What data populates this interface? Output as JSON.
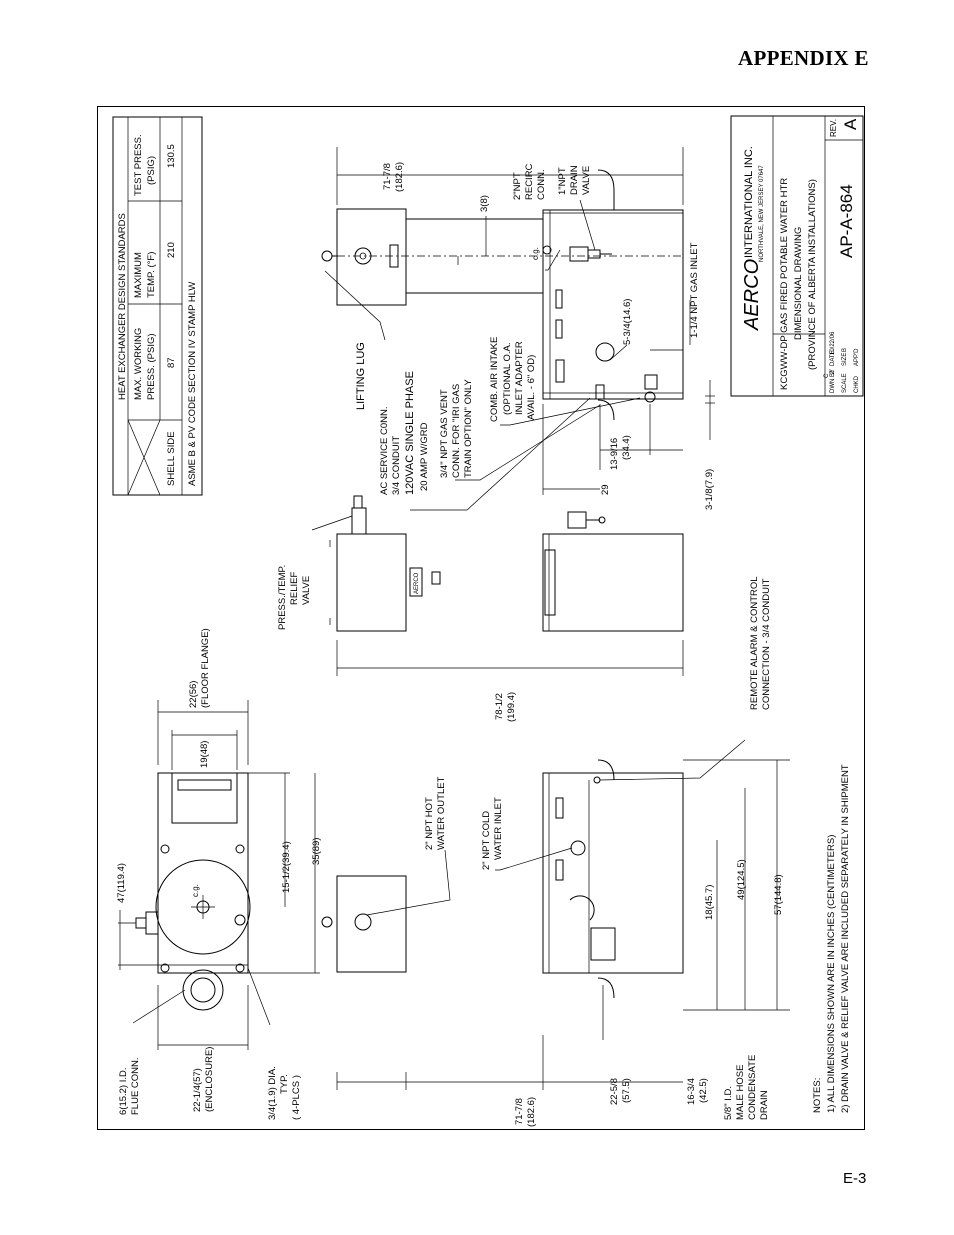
{
  "page": {
    "appendix": "APPENDIX E",
    "page_number": "E-3"
  },
  "table": {
    "title": "HEAT EXCHANGER DESIGN STANDARDS",
    "headers": [
      "MAX. WORKING",
      "PRESS. (PSIG)",
      "MAXIMUM",
      "TEMP. (°F)",
      "TEST PRESS.",
      "(PSIG)"
    ],
    "row_label": "SHELL SIDE",
    "row_values": [
      "87",
      "210",
      "130.5"
    ],
    "code": "ASME B & PV CODE SECTION IV STAMP HLW"
  },
  "title_block": {
    "brand": "AERCO",
    "company": "INTERNATIONAL INC.",
    "address": "NORTHVALE, NEW JERSEY 07647",
    "desc1": "KCGWW-DP GAS FIRED POTABLE WATER HTR",
    "desc2": "DIMENSIONAL DRAWING",
    "desc3": "(PROVINCE OF ALBERTA INSTALLATIONS)",
    "drawing_no": "AP-A-864",
    "rev_label": "REV.",
    "rev": "A",
    "small": [
      "DWN BY",
      "Z",
      "DATE",
      "10/22/06",
      "C",
      "SCALE",
      "SIZE",
      "B",
      "CHKD",
      "APP'D"
    ]
  },
  "labels": {
    "lifting_lug": "LIFTING LUG",
    "ac_service": [
      "AC SERVICE C0NN.",
      "3/4 CONDUIT",
      "120VAC SINGLE PHASE",
      "20 AMP W/GRD"
    ],
    "gas_vent": [
      "3/4\" NPT GAS VENT",
      "CONN. FOR \"IRI GAS",
      "TRAIN OPTION\" ONLY"
    ],
    "comb_air": [
      "COMB. AIR INTAKE",
      "(OPTIONAL O.A.",
      "INLET ADAPTER",
      "AVAIL. - 6\" OD)"
    ],
    "recirc": [
      "2\"NPT",
      "RECIRC",
      "CONN."
    ],
    "drain_valve": [
      "1\"NPT",
      "DRAIN",
      "VALVE"
    ],
    "gas_inlet": "1-1/4 NPT GAS INLET",
    "relief": [
      "PRESS./TEMP.",
      "RELIEF",
      "VALVE"
    ],
    "remote_alarm": [
      "REMOTE ALARM & CONTROL",
      "CONNECTION - 3/4 CONDUIT"
    ],
    "hot_outlet": [
      "2\" NPT HOT",
      "WATER OUTLET"
    ],
    "cold_inlet": [
      "2\" NPT COLD",
      "WATER INLET"
    ],
    "flue": [
      "6(15.2) I.D.",
      "FLUE CONN."
    ],
    "enclosure": [
      "22-1/4(57)",
      "(ENCLOSURE)"
    ],
    "dia": [
      "3/4(1.9) DIA.",
      "TYP.",
      "( 4-PLCS     )"
    ],
    "condensate": [
      "5/8\" I.D.",
      "MALE HOSE",
      "CONDENSATE",
      "DRAIN"
    ],
    "floor_flange": [
      "22(56)",
      "(FLOOR FLANGE)"
    ],
    "cg": "c.g.",
    "logo": "AERCO"
  },
  "dims": {
    "d_71_top": [
      "71-7/8",
      "(182.6)"
    ],
    "d_3_8": "3(8)",
    "d_5_34": "5-3/4(14.6)",
    "d_13_916": [
      "13-9/16",
      "(34.4)"
    ],
    "d_29": "29",
    "d_3_18": "3-1/8(7.9)",
    "d_78": [
      "78-1/2",
      "(199.4)"
    ],
    "d_19": "19(48)",
    "d_47": "47(119.4)",
    "d_15": "15-1/2(39.4)",
    "d_35": "35(89)",
    "d_18": "18(45.7)",
    "d_49": "49(124.5)",
    "d_57": "57(144.8)",
    "d_71_bot": [
      "71-7/8",
      "(182.6)"
    ],
    "d_22_58": [
      "22-5/8",
      "(57.5)"
    ],
    "d_16_34": [
      "16-3/4",
      "(42.5)"
    ]
  },
  "notes": {
    "title": "NOTES:",
    "n1": "1) ALL DIMENSIONS SHOWN ARE IN INCHES (CENTIMETERS)",
    "n2": "2) DRAIN VALVE & RELIEF VALVE ARE INCLUDED SEPARATELY IN SHIPMENT"
  }
}
